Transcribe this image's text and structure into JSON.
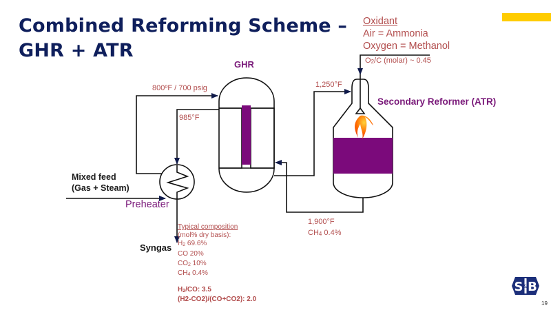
{
  "slide": {
    "title_line1": "Combined Reforming Scheme –",
    "title_line2": "GHR + ATR",
    "page_number": "19",
    "accent_color": "#ffcc00",
    "title_color": "#0f1f5c"
  },
  "oxidant": {
    "heading": "Oxidant",
    "line1": "Air = Ammonia",
    "line2": "Oxygen = Methanol",
    "ratio_prefix": "O",
    "ratio_sub": "2",
    "ratio_suffix": "/C (molar) ~ 0.45"
  },
  "equipment": {
    "ghr_label": "GHR",
    "atr_label": "Secondary Reformer (ATR)",
    "preheater_label": "Preheater"
  },
  "streams": {
    "feed_line1": "Mixed feed",
    "feed_line2": "(Gas + Steam)",
    "ghr_inlet": "800ºF / 700 psig",
    "ghr_return": "985°F",
    "atr_inlet": "1,250°F",
    "atr_outlet_temp": "1,900°F",
    "atr_outlet_ch4_prefix": "CH",
    "atr_outlet_ch4_sub": "4",
    "atr_outlet_ch4_value": " 0.4%",
    "product": "Syngas"
  },
  "composition": {
    "heading": "Typical composition",
    "basis": "(mol% dry basis):",
    "components": [
      {
        "prefix": "H",
        "sub": "2",
        "value": " 69.6%"
      },
      {
        "prefix": "CO",
        "sub": "",
        "value": " 20%"
      },
      {
        "prefix": "CO",
        "sub": "2",
        "value": " 10%"
      },
      {
        "prefix": "CH",
        "sub": "4",
        "value": " 0.4%"
      }
    ],
    "ratio1_prefix": "H",
    "ratio1_sub": "2",
    "ratio1_suffix": "/CO: 3.5",
    "ratio2": "(H2-CO2)/(CO+CO2):  2.0"
  },
  "logo": {
    "left": "S",
    "right": "B",
    "middle": "&"
  },
  "colors": {
    "catalyst": "#7b0a7b",
    "label_red": "#b24d4d",
    "equipment_purple": "#7a1a7a"
  }
}
